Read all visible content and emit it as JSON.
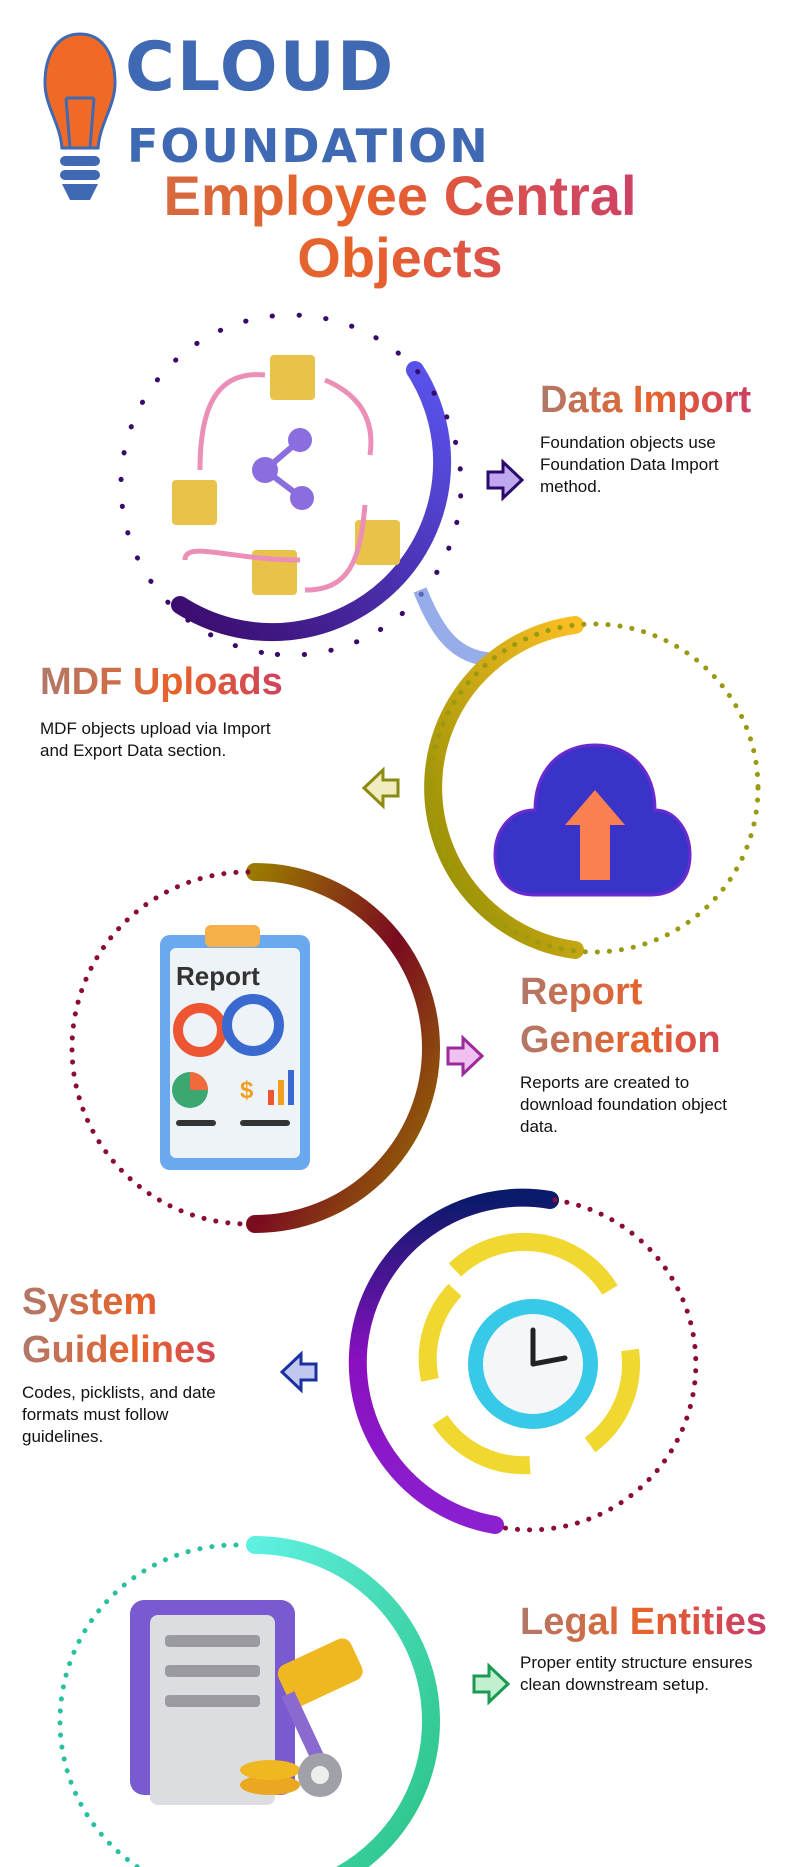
{
  "logo": {
    "line1": "CLOUD",
    "line2": "FOUNDATION"
  },
  "title": {
    "line1": "Employee Central",
    "line2": "Objects"
  },
  "sections": [
    {
      "heading": "Data Import",
      "text": [
        "Foundation objects use",
        "Foundation Data Import",
        "method."
      ],
      "color": "#3b1a8a"
    },
    {
      "heading": "MDF Uploads",
      "text": [
        "MDF objects upload via Import",
        "and Export Data section."
      ],
      "color": "#9a8a10"
    },
    {
      "heading_l1": "Report",
      "heading_l2": "Generation",
      "text": [
        "Reports are created to",
        "download foundation object",
        "data."
      ],
      "color": "#9b2a9a"
    },
    {
      "heading_l1": "System",
      "heading_l2": "Guidelines",
      "text": [
        "Codes, picklists, and date",
        "formats must follow",
        "guidelines."
      ],
      "color": "#1a2fa0"
    },
    {
      "heading": "Legal Entities",
      "text": [
        "Proper entity structure ensures",
        "clean downstream setup."
      ],
      "color": "#1a9a50"
    }
  ],
  "illustration_text": {
    "report": "Report",
    "dollar": "$"
  }
}
